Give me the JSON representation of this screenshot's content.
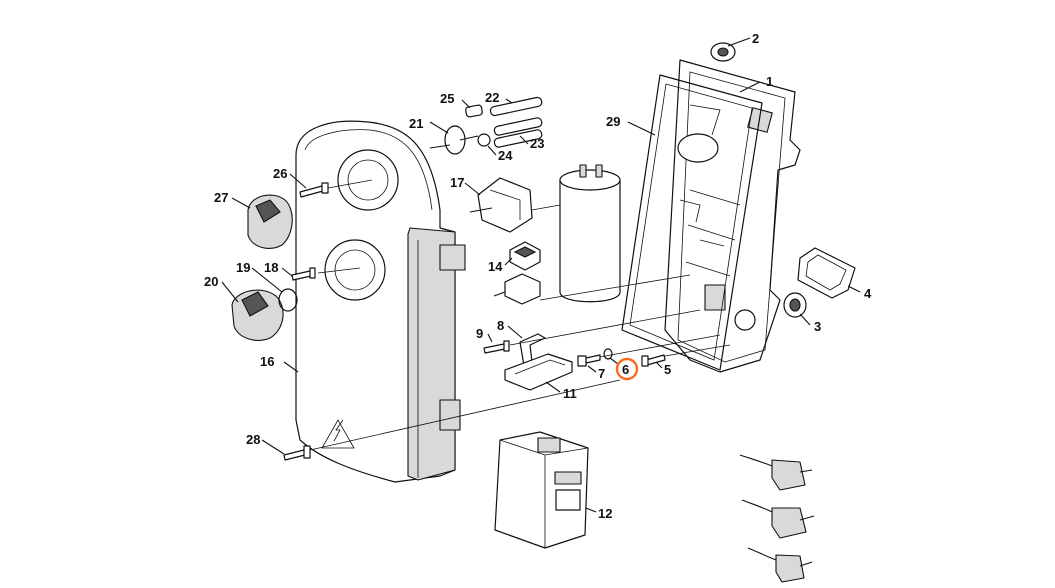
{
  "diagram": {
    "highlight_color": "#ff6a1a",
    "highlighted_part": "6",
    "callouts": [
      "1",
      "2",
      "3",
      "4",
      "5",
      "6",
      "7",
      "8",
      "9",
      "11",
      "12",
      "14",
      "16",
      "17",
      "18",
      "19",
      "20",
      "21",
      "22",
      "23",
      "24",
      "25",
      "26",
      "27",
      "28",
      "29"
    ]
  }
}
